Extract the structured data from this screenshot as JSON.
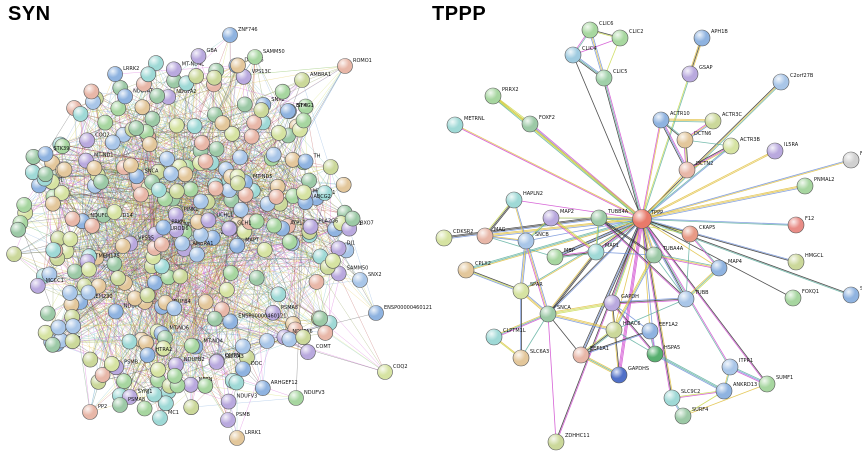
{
  "panels": {
    "left": {
      "title": "SYN"
    },
    "right": {
      "title": "TPPP"
    }
  },
  "syn_network": {
    "labels": [
      "ZNF746",
      "SAMM50",
      "ROMO1",
      "AMBRA1",
      "MC1",
      "PSMB",
      "LRRK1",
      "PSMA8",
      "SNX2",
      "COQ2",
      "ENSP00000460121",
      "NDUFV3",
      "PP2",
      "NDUFA2",
      "NDUFC1",
      "NDUFA6",
      "NDUFB4",
      "NDUFB9",
      "NDUFAT",
      "NDUFB2",
      "MT-ND4",
      "MT-ND4L",
      "MT-ND6",
      "MT-ND3",
      "MT-ND5",
      "MT-ND1",
      "NDUFC2-KCTD14",
      "VPS13C",
      "TMEM230",
      "TMEM175",
      "ARHGEF12",
      "MCCC1",
      "STK39",
      "DMTN",
      "STH",
      "NEUROD6",
      "CALB1",
      "NRTN",
      "ABCG2",
      "UCHL1",
      "SNCA",
      "PINK1",
      "PRKN",
      "VPS35",
      "DNAJC6",
      "GBA",
      "MAPT",
      "FBXO7",
      "ATP13A2",
      "PLA2G6",
      "LRRK2",
      "SYNJ1",
      "HTRA2",
      "DJ1",
      "EIF4G1",
      "GCH1",
      "TH",
      "SLC6A3",
      "DDC",
      "COMT",
      "MAOB",
      "ALDH1A1"
    ]
  },
  "tppp_network": {
    "nodes": [
      {
        "id": "CLIC6",
        "label": "CLIC6"
      },
      {
        "id": "CLIC2",
        "label": "CLIC2"
      },
      {
        "id": "CLIC4",
        "label": "CLIC4"
      },
      {
        "id": "CLIC5",
        "label": "CLIC5"
      },
      {
        "id": "APH1B",
        "label": "APH1B"
      },
      {
        "id": "GSAP",
        "label": "GSAP"
      },
      {
        "id": "C2orf27B",
        "label": "C2orf27B"
      },
      {
        "id": "PRRX2",
        "label": "PRRX2"
      },
      {
        "id": "METRNL",
        "label": "METRNL"
      },
      {
        "id": "FOXF2",
        "label": "FOXF2"
      },
      {
        "id": "ACTR10",
        "label": "ACTR10"
      },
      {
        "id": "ACTR3C",
        "label": "ACTR3C"
      },
      {
        "id": "DCTN6",
        "label": "DCTN6"
      },
      {
        "id": "ACTR3B",
        "label": "ACTR3B"
      },
      {
        "id": "DCTN2",
        "label": "DCTN2"
      },
      {
        "id": "IL5RA",
        "label": "IL5RA"
      },
      {
        "id": "FO",
        "label": "FO"
      },
      {
        "id": "PNMAL2",
        "label": "PNMAL2"
      },
      {
        "id": "HAPLN2",
        "label": "HAPLN2"
      },
      {
        "id": "TUBB4A",
        "label": "TUBB4A"
      },
      {
        "id": "TPPP",
        "label": "TPPP"
      },
      {
        "id": "CKAP5",
        "label": "CKAP5"
      },
      {
        "id": "F12",
        "label": "F12"
      },
      {
        "id": "CDKSR2",
        "label": "CDKSR2"
      },
      {
        "id": "MAG",
        "label": "MAG"
      },
      {
        "id": "MAP2",
        "label": "MAP2"
      },
      {
        "id": "SNCB",
        "label": "SNCB"
      },
      {
        "id": "MBP",
        "label": "MBP"
      },
      {
        "id": "MAP1",
        "label": "MAP1"
      },
      {
        "id": "TUBA4A",
        "label": "TUBA4A"
      },
      {
        "id": "MAP4",
        "label": "MAP4"
      },
      {
        "id": "HMGCL",
        "label": "HMGCL"
      },
      {
        "id": "CPLX2",
        "label": "CPLX2"
      },
      {
        "id": "SPAR",
        "label": "SPAR"
      },
      {
        "id": "SF",
        "label": "SF"
      },
      {
        "id": "GAPDH",
        "label": "GAPDH"
      },
      {
        "id": "TUBB",
        "label": "TUBB"
      },
      {
        "id": "FOXQ1",
        "label": "FOXQ1"
      },
      {
        "id": "CLPTM1L",
        "label": "CLPTM1L"
      },
      {
        "id": "SNCA",
        "label": "SNCA"
      },
      {
        "id": "EEF1A2",
        "label": "EEF1A2"
      },
      {
        "id": "HDAC6",
        "label": "HDAC6"
      },
      {
        "id": "SLC6A3",
        "label": "SLC6A3"
      },
      {
        "id": "HSPA5",
        "label": "HSPA5"
      },
      {
        "id": "EEF1A1",
        "label": "EEF1A1"
      },
      {
        "id": "GAPDHS",
        "label": "GAPDHS"
      },
      {
        "id": "ITPR1",
        "label": "ITPR1"
      },
      {
        "id": "SUMF1",
        "label": "SUMF1"
      },
      {
        "id": "SLC9C2",
        "label": "SLC9C2"
      },
      {
        "id": "SURF4",
        "label": "SURF4"
      },
      {
        "id": "ANKRD13",
        "label": "ANKRD13"
      },
      {
        "id": "ZDHHC11",
        "label": "ZDHHC11"
      }
    ]
  }
}
